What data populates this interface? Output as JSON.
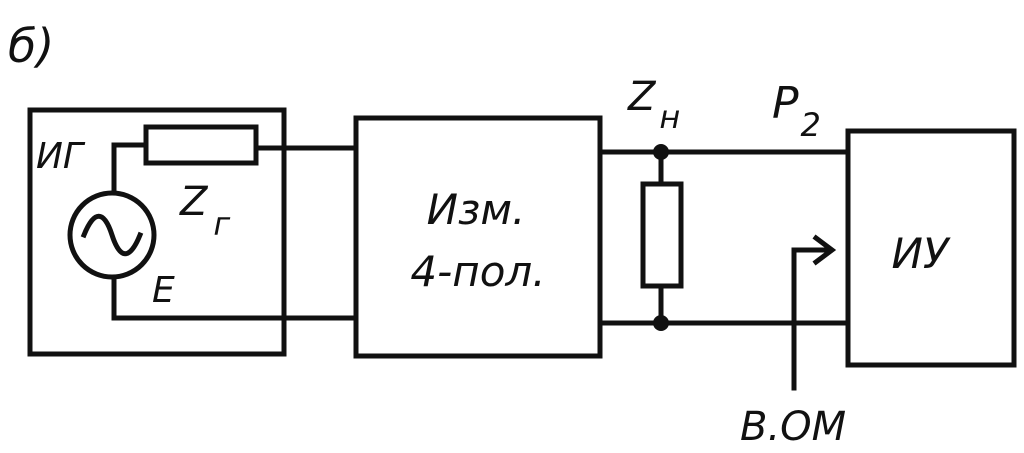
{
  "figure_label": "б)",
  "generator": {
    "label": "ИГ",
    "impedance_label": "Z",
    "impedance_subscript": "г",
    "emf_label": "E"
  },
  "measured_network": {
    "line1": "Изм.",
    "line2": "4-пол."
  },
  "load": {
    "label": "Z",
    "subscript": "н"
  },
  "output_power": {
    "label": "P",
    "subscript": "2"
  },
  "meter": {
    "label": "ИУ"
  },
  "reference_input": {
    "label": "В.ОМ"
  }
}
